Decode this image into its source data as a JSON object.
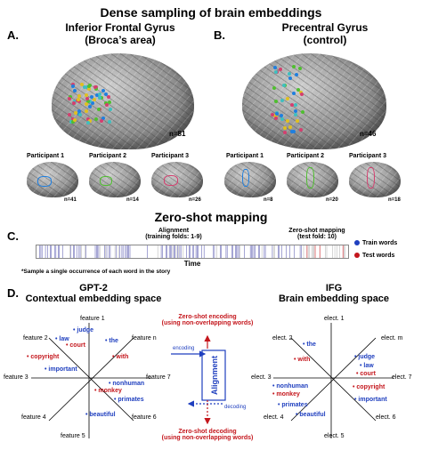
{
  "main_title": "Dense sampling of brain embeddings",
  "panel_a": {
    "letter": "A.",
    "title_line1": "Inferior Frontal Gyrus",
    "title_line2": "(Broca’s area)",
    "n_total": "n=81",
    "participants": [
      {
        "label": "Participant 1",
        "n": "n=41"
      },
      {
        "label": "Participant 2",
        "n": "n=14"
      },
      {
        "label": "Participant 3",
        "n": "n=26"
      }
    ]
  },
  "panel_b": {
    "letter": "B.",
    "title_line1": "Precentral Gyrus",
    "title_line2": "(control)",
    "n_total": "n=46",
    "participants": [
      {
        "label": "Participant 1",
        "n": "n=8"
      },
      {
        "label": "Participant 2",
        "n": "n=20"
      },
      {
        "label": "Participant 3",
        "n": "n=18"
      }
    ]
  },
  "section_c_title": "Zero-shot mapping",
  "panel_c": {
    "letter": "C.",
    "alignment_label": "Alignment",
    "alignment_sub": "(training folds: 1-9)",
    "zs_label": "Zero-shot mapping",
    "zs_sub": "(test fold: 10)",
    "time_label": "Time",
    "legend_train": "Train words",
    "legend_test": "Test words",
    "footnote": "*Sample a single occurrence of each word in the story",
    "colors": {
      "train": "#1f3fbf",
      "test": "#c4161c"
    }
  },
  "panel_d": {
    "letter": "D.",
    "left_title1": "GPT-2",
    "left_title2": "Contextual embedding space",
    "right_title1": "IFG",
    "right_title2": "Brain embedding space",
    "left_axes": [
      "feature 1",
      "feature n",
      "feature 7",
      "feature 6",
      "feature 5",
      "feature 4",
      "feature 3",
      "feature 2"
    ],
    "right_axes": [
      "elect. 1",
      "elect. m",
      "elect. 7",
      "elect. 6",
      "elect. 5",
      "elect. 4",
      "elect. 3",
      "elect. 2"
    ],
    "left_words": [
      {
        "text": "judge",
        "color": "blue"
      },
      {
        "text": "law",
        "color": "blue"
      },
      {
        "text": "court",
        "color": "red"
      },
      {
        "text": "the",
        "color": "blue"
      },
      {
        "text": "copyright",
        "color": "red"
      },
      {
        "text": "with",
        "color": "red"
      },
      {
        "text": "important",
        "color": "blue"
      },
      {
        "text": "nonhuman",
        "color": "blue"
      },
      {
        "text": "monkey",
        "color": "red"
      },
      {
        "text": "primates",
        "color": "blue"
      },
      {
        "text": "beautiful",
        "color": "blue"
      }
    ],
    "right_words": [
      {
        "text": "the",
        "color": "blue"
      },
      {
        "text": "with",
        "color": "red"
      },
      {
        "text": "judge",
        "color": "blue"
      },
      {
        "text": "law",
        "color": "blue"
      },
      {
        "text": "court",
        "color": "red"
      },
      {
        "text": "copyright",
        "color": "red"
      },
      {
        "text": "important",
        "color": "blue"
      },
      {
        "text": "nonhuman",
        "color": "blue"
      },
      {
        "text": "monkey",
        "color": "red"
      },
      {
        "text": "primates",
        "color": "blue"
      },
      {
        "text": "beautiful",
        "color": "blue"
      }
    ],
    "encoding_title1": "Zero-shot encoding",
    "encoding_title2": "(using non-overlapping words)",
    "decoding_title1": "Zero-shot decoding",
    "decoding_title2": "(using non-overlapping words)",
    "encoding_label": "encoding",
    "decoding_label": "decoding",
    "alignment_box_label": "Alignment"
  }
}
